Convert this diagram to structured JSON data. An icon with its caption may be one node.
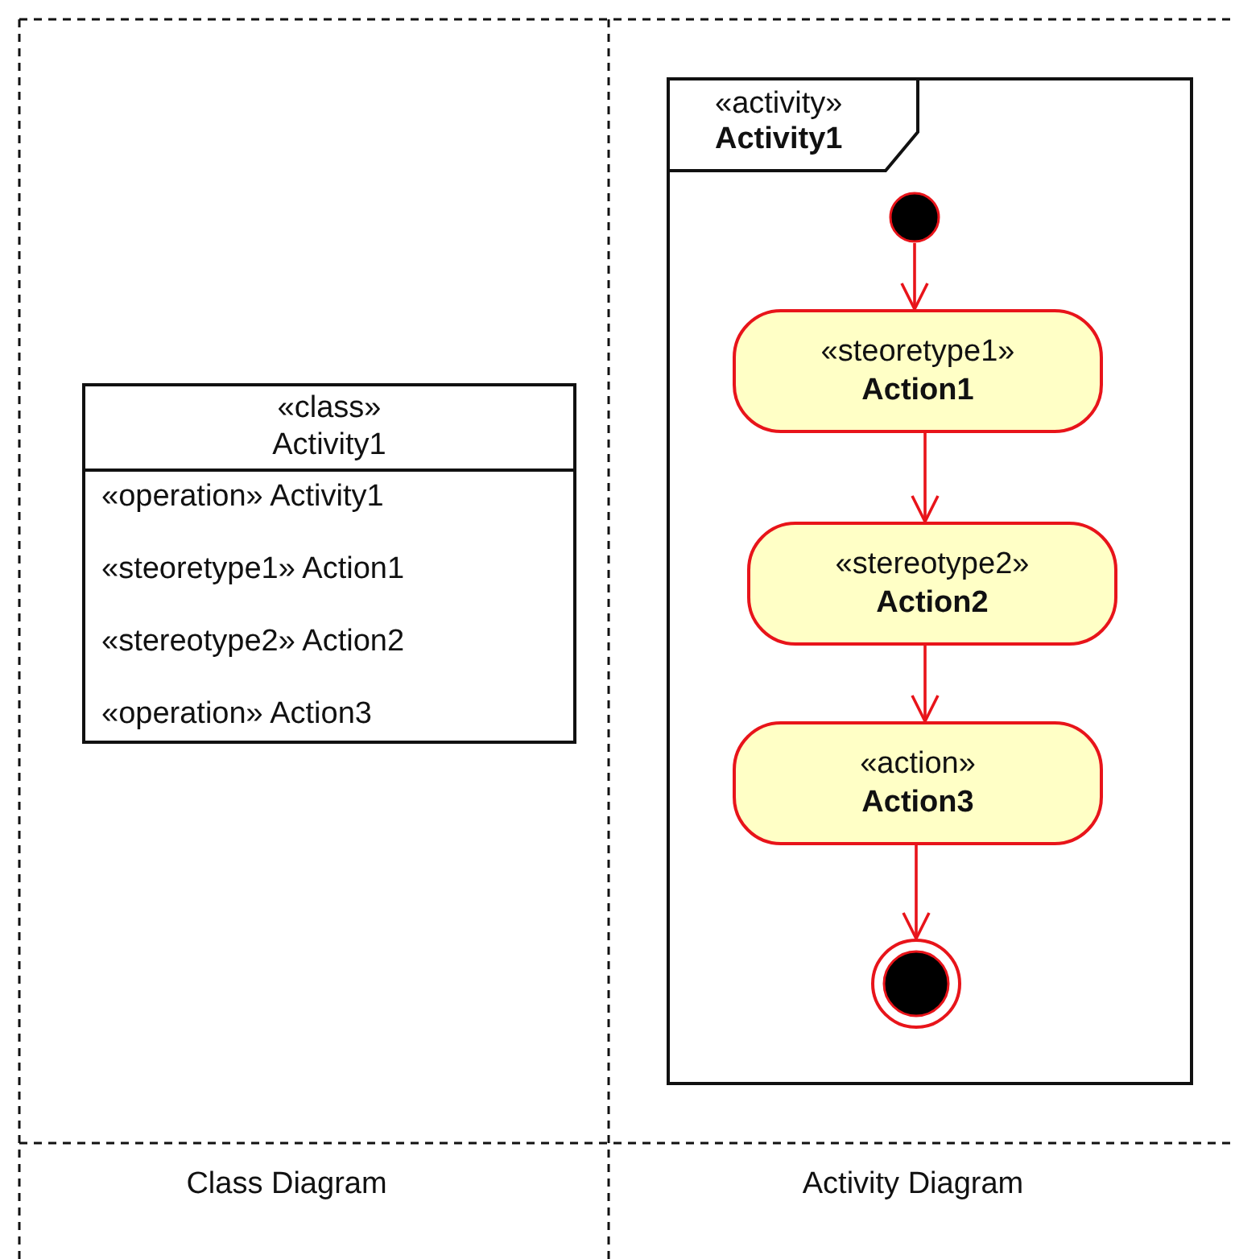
{
  "diagram": {
    "nodes": [
      {
        "text": [
          "«class»",
          "Activity1",
          "«operation» Activity1",
          "«steoretype1» Action1",
          "«stereotype2» Action2",
          "«operation» Action3"
        ]
      },
      {
        "text": [
          "«activity»",
          "Activity1"
        ]
      },
      {
        "text": [],
        "shape": "circle",
        "in": 1
      },
      {
        "text": [
          "«steoretype1»",
          "Action1"
        ],
        "in": 1
      },
      {
        "text": [
          "«stereotype2»",
          "Action2"
        ],
        "in": 1
      },
      {
        "text": [
          "«action»",
          "Action3"
        ],
        "in": 1
      },
      {
        "text": [],
        "shape": "final-node",
        "in": 1
      }
    ],
    "edges": [
      {
        "from": 2,
        "to": 3,
        "arrow": "to"
      },
      {
        "from": 3,
        "to": 4,
        "arrow": "to"
      },
      {
        "from": 4,
        "to": 5,
        "arrow": "to"
      },
      {
        "from": 5,
        "to": 6,
        "arrow": "to"
      }
    ],
    "labels": [
      "Class Diagram",
      "Activity Diagram"
    ]
  }
}
